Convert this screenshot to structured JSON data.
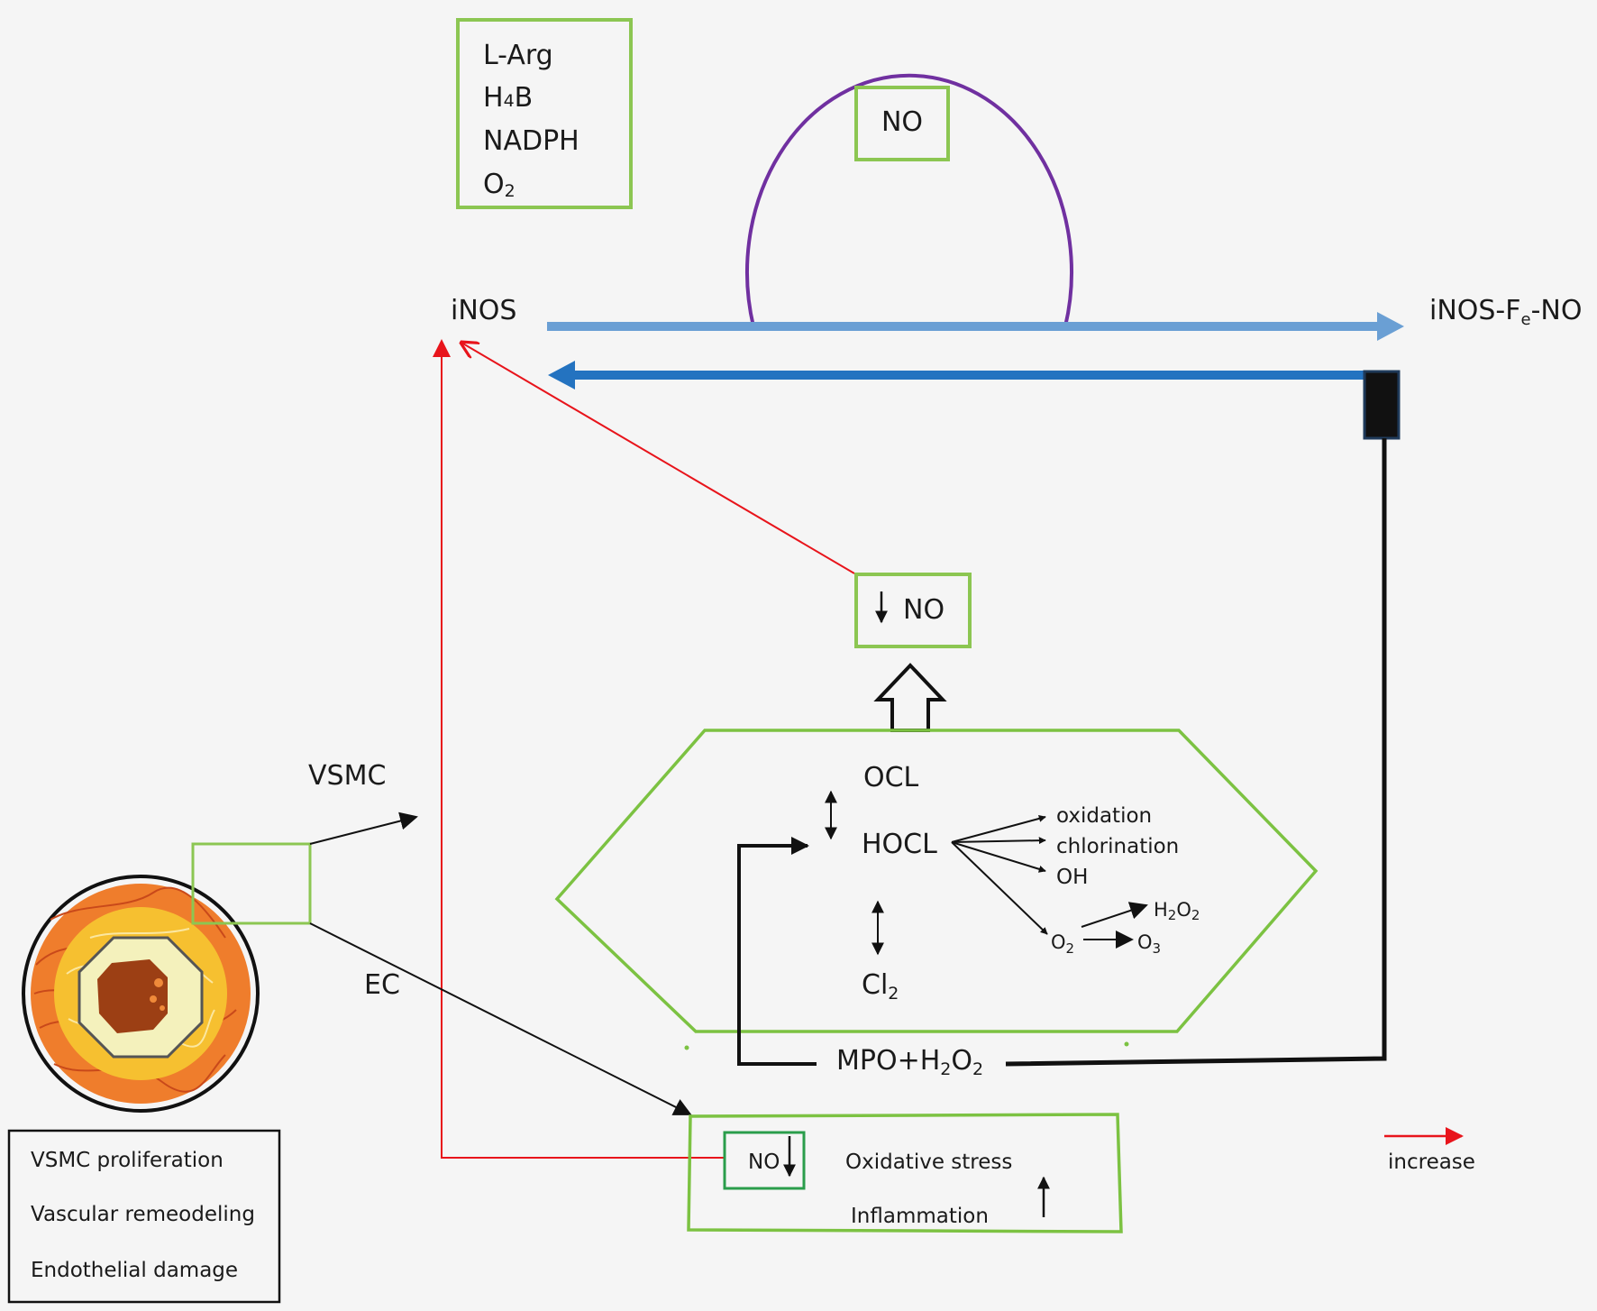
{
  "cofactors": {
    "l_arg": "L-Arg",
    "h4b_main": "H",
    "h4b_sub": "4",
    "h4b_tail": "B",
    "nadph": "NADPH",
    "o2_main": "O",
    "o2_sub": "2"
  },
  "nodes": {
    "inos": "iNOS",
    "inos_fe_no_main": "iNOS-F",
    "inos_fe_no_sub": "e",
    "inos_fe_no_tail": "-NO",
    "no_top": "NO",
    "no_down": "NO",
    "vsmc": "VSMC",
    "ec": "EC"
  },
  "hexagon": {
    "ocl": "OCL",
    "hocl": "HOCL",
    "cl2_main": "Cl",
    "cl2_sub": "2",
    "oxidation": "oxidation",
    "chlorination": "chlorination",
    "oh": "OH",
    "o2_main": "O",
    "o2_sub": "2",
    "h2o2_a": "H",
    "h2o2_b": "2",
    "h2o2_c": "O",
    "h2o2_d": "2",
    "o3_main": "O",
    "o3_sub": "3"
  },
  "mpo": {
    "a": "MPO+H",
    "b": "2",
    "c": "O",
    "d": "2"
  },
  "effects_box": {
    "no": "NO",
    "oxidative_stress": "Oxidative stress",
    "inflammation": "Inflammation"
  },
  "outcomes": [
    "VSMC proliferation",
    "Vascular remeodeling",
    "Endothelial damage"
  ],
  "legend": {
    "increase": "increase"
  },
  "colors": {
    "box_green": "#8cc652",
    "hexagon_green": "#7cc242",
    "dark_green": "#2a9d4b",
    "purple": "#7030a0",
    "light_blue_arrow": "#6a9fd4",
    "dark_blue_arrow": "#2473c0",
    "red": "#e8141b",
    "black": "#111111"
  }
}
